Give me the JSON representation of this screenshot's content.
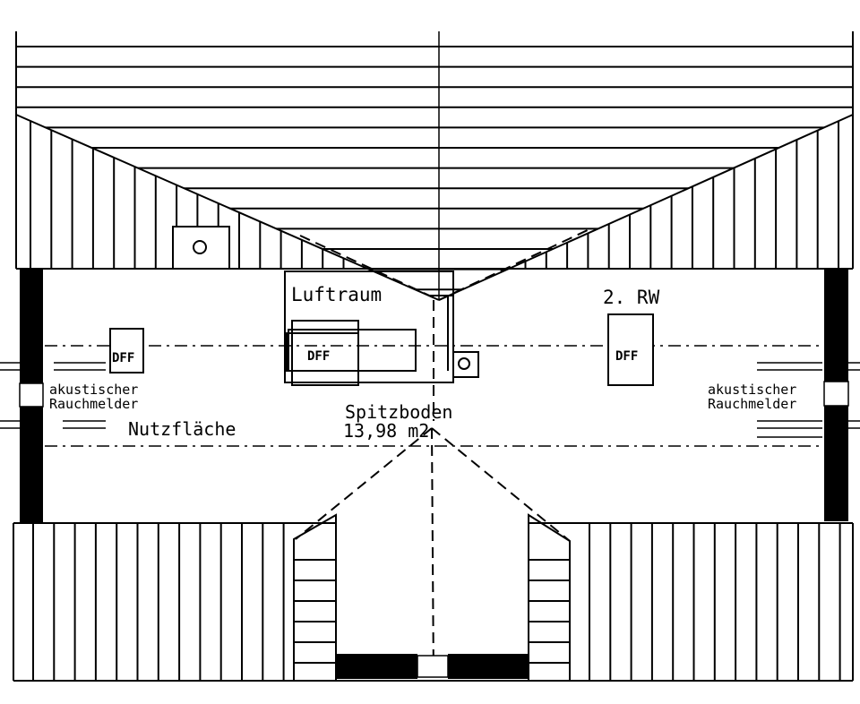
{
  "labels": {
    "luftraum": "Luftraum",
    "rw": "2. RW",
    "dff_left": "DFF",
    "dff_center": "DFF",
    "dff_right": "DFF",
    "smoke_left_line1": "akustischer",
    "smoke_left_line2": "Rauchmelder",
    "smoke_right_line1": "akustischer",
    "smoke_right_line2": "Rauchmelder",
    "nutzflaeche": "Nutzfläche",
    "room_name": "Spitzboden",
    "room_area": "13,98 m2"
  },
  "colors": {
    "line": "#000000",
    "background": "#ffffff"
  }
}
